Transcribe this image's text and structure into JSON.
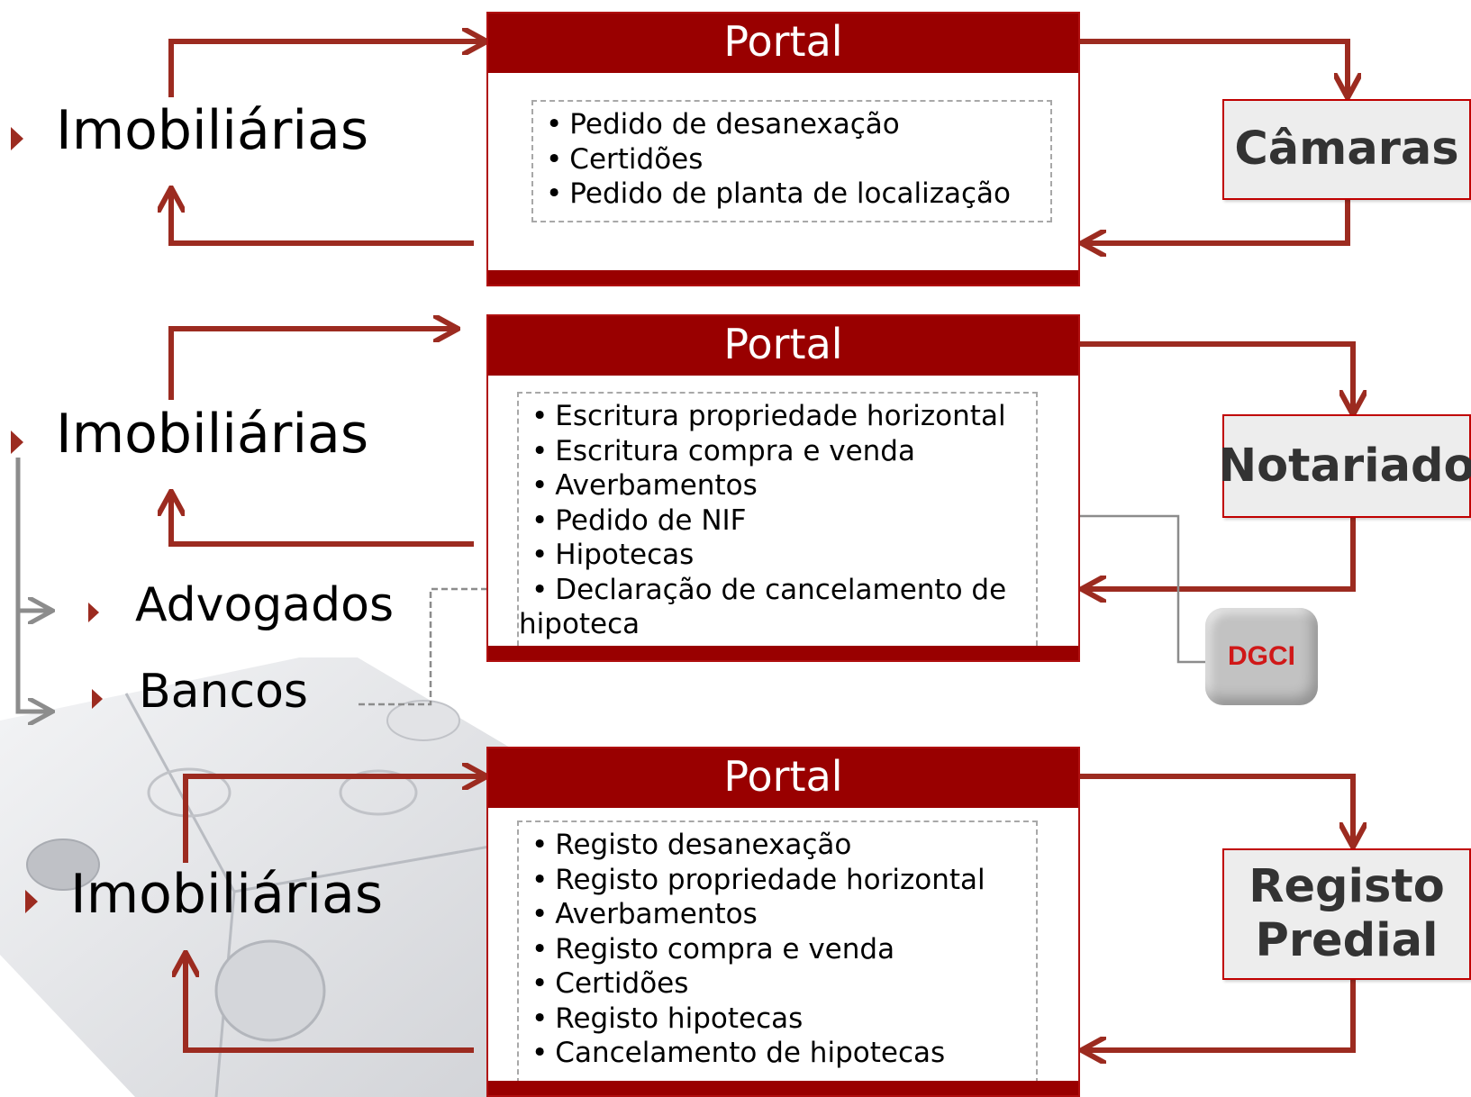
{
  "portals": [
    {
      "title": "Portal",
      "items": [
        "Pedido de desanexação",
        "Certidões",
        "Pedido de planta de localização"
      ]
    },
    {
      "title": "Portal",
      "items": [
        "Escritura propriedade horizontal",
        "Escritura compra e venda",
        "Averbamentos",
        "Pedido de NIF",
        "Hipotecas",
        "Declaração de cancelamento de"
      ],
      "continuation": "hipoteca"
    },
    {
      "title": "Portal",
      "items": [
        "Registo desanexação",
        "Registo propriedade horizontal",
        "Averbamentos",
        "Registo compra e venda",
        "Certidões",
        "Registo hipotecas",
        "Cancelamento de hipotecas"
      ]
    }
  ],
  "actors": {
    "row1": "Imobiliárias",
    "row2": "Imobiliárias",
    "row2_sub1": "Advogados",
    "row2_sub2": "Bancos",
    "row3": "Imobiliárias"
  },
  "destinations": {
    "d1": "Câmaras",
    "d2": "Notariado",
    "d3": "Registo Predial"
  },
  "badge": "DGCI",
  "colors": {
    "portal_header": "#990000",
    "arrow": "#9c2b20",
    "dest_border": "#c00000",
    "dest_fill": "#ededed",
    "connector_grey": "#8c8c8c"
  }
}
